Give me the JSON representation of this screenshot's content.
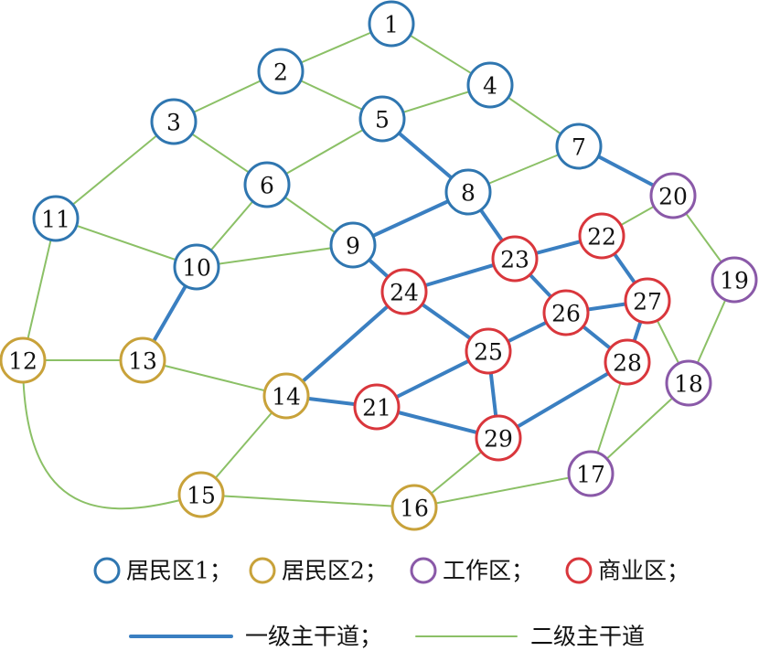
{
  "colors": {
    "residential1": "#2f76b0",
    "residential2": "#c8a23a",
    "work": "#8a59a8",
    "commercial": "#d9363c",
    "primary_road": "#3a7fc1",
    "secondary_road": "#8bc066"
  },
  "nodes": [
    {
      "id": "1",
      "type": "residential1"
    },
    {
      "id": "2",
      "type": "residential1"
    },
    {
      "id": "3",
      "type": "residential1"
    },
    {
      "id": "4",
      "type": "residential1"
    },
    {
      "id": "5",
      "type": "residential1"
    },
    {
      "id": "6",
      "type": "residential1"
    },
    {
      "id": "7",
      "type": "residential1"
    },
    {
      "id": "8",
      "type": "residential1"
    },
    {
      "id": "9",
      "type": "residential1"
    },
    {
      "id": "10",
      "type": "residential1"
    },
    {
      "id": "11",
      "type": "residential1"
    },
    {
      "id": "12",
      "type": "residential2"
    },
    {
      "id": "13",
      "type": "residential2"
    },
    {
      "id": "14",
      "type": "residential2"
    },
    {
      "id": "15",
      "type": "residential2"
    },
    {
      "id": "16",
      "type": "residential2"
    },
    {
      "id": "17",
      "type": "work"
    },
    {
      "id": "18",
      "type": "work"
    },
    {
      "id": "19",
      "type": "work"
    },
    {
      "id": "20",
      "type": "work"
    },
    {
      "id": "21",
      "type": "commercial"
    },
    {
      "id": "22",
      "type": "commercial"
    },
    {
      "id": "23",
      "type": "commercial"
    },
    {
      "id": "24",
      "type": "commercial"
    },
    {
      "id": "25",
      "type": "commercial"
    },
    {
      "id": "26",
      "type": "commercial"
    },
    {
      "id": "27",
      "type": "commercial"
    },
    {
      "id": "28",
      "type": "commercial"
    },
    {
      "id": "29",
      "type": "commercial"
    }
  ],
  "edges": [
    {
      "from": "5",
      "to": "8",
      "road": "primary"
    },
    {
      "from": "7",
      "to": "20",
      "road": "primary"
    },
    {
      "from": "8",
      "to": "9",
      "road": "primary"
    },
    {
      "from": "8",
      "to": "23",
      "road": "primary"
    },
    {
      "from": "9",
      "to": "24",
      "road": "primary"
    },
    {
      "from": "10",
      "to": "13",
      "road": "primary"
    },
    {
      "from": "14",
      "to": "24",
      "road": "primary"
    },
    {
      "from": "14",
      "to": "21",
      "road": "primary"
    },
    {
      "from": "21",
      "to": "25",
      "road": "primary"
    },
    {
      "from": "21",
      "to": "29",
      "road": "primary"
    },
    {
      "from": "24",
      "to": "23",
      "road": "primary"
    },
    {
      "from": "24",
      "to": "25",
      "road": "primary"
    },
    {
      "from": "23",
      "to": "22",
      "road": "primary"
    },
    {
      "from": "23",
      "to": "26",
      "road": "primary"
    },
    {
      "from": "22",
      "to": "27",
      "road": "primary"
    },
    {
      "from": "26",
      "to": "27",
      "road": "primary"
    },
    {
      "from": "26",
      "to": "25",
      "road": "primary"
    },
    {
      "from": "26",
      "to": "28",
      "road": "primary"
    },
    {
      "from": "27",
      "to": "28",
      "road": "primary"
    },
    {
      "from": "25",
      "to": "29",
      "road": "primary"
    },
    {
      "from": "29",
      "to": "28",
      "road": "primary"
    },
    {
      "from": "1",
      "to": "2",
      "road": "secondary"
    },
    {
      "from": "1",
      "to": "4",
      "road": "secondary"
    },
    {
      "from": "2",
      "to": "3",
      "road": "secondary"
    },
    {
      "from": "2",
      "to": "5",
      "road": "secondary"
    },
    {
      "from": "4",
      "to": "5",
      "road": "secondary"
    },
    {
      "from": "4",
      "to": "7",
      "road": "secondary"
    },
    {
      "from": "3",
      "to": "11",
      "road": "secondary"
    },
    {
      "from": "3",
      "to": "6",
      "road": "secondary"
    },
    {
      "from": "5",
      "to": "6",
      "road": "secondary"
    },
    {
      "from": "6",
      "to": "9",
      "road": "secondary"
    },
    {
      "from": "6",
      "to": "10",
      "road": "secondary"
    },
    {
      "from": "7",
      "to": "8",
      "road": "secondary"
    },
    {
      "from": "11",
      "to": "10",
      "road": "secondary"
    },
    {
      "from": "11",
      "to": "12",
      "road": "secondary"
    },
    {
      "from": "10",
      "to": "9",
      "road": "secondary"
    },
    {
      "from": "12",
      "to": "13",
      "road": "secondary"
    },
    {
      "from": "12",
      "to": "15",
      "road": "secondary",
      "curved": true
    },
    {
      "from": "13",
      "to": "14",
      "road": "secondary"
    },
    {
      "from": "14",
      "to": "15",
      "road": "secondary"
    },
    {
      "from": "15",
      "to": "16",
      "road": "secondary"
    },
    {
      "from": "16",
      "to": "29",
      "road": "secondary"
    },
    {
      "from": "16",
      "to": "17",
      "road": "secondary"
    },
    {
      "from": "17",
      "to": "28",
      "road": "secondary"
    },
    {
      "from": "17",
      "to": "18",
      "road": "secondary"
    },
    {
      "from": "18",
      "to": "27",
      "road": "secondary"
    },
    {
      "from": "18",
      "to": "19",
      "road": "secondary"
    },
    {
      "from": "19",
      "to": "20",
      "road": "secondary"
    },
    {
      "from": "20",
      "to": "22",
      "road": "secondary"
    }
  ],
  "legend": {
    "nodes": [
      {
        "type": "residential1",
        "label": "居民区1；"
      },
      {
        "type": "residential2",
        "label": "居民区2；"
      },
      {
        "type": "work",
        "label": "工作区；"
      },
      {
        "type": "commercial",
        "label": "商业区；"
      }
    ],
    "roads": [
      {
        "road": "primary",
        "label": "一级主干道；"
      },
      {
        "road": "secondary",
        "label": "二级主干道"
      }
    ]
  }
}
